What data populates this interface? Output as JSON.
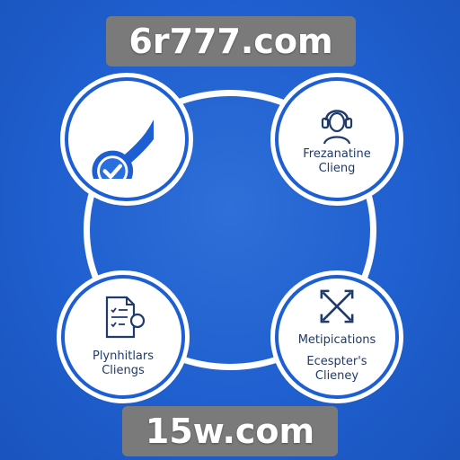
{
  "banner_top": "6r777.com",
  "banner_bottom": "15w.com",
  "nodes": {
    "top_left": {
      "icon": "checkmark-pin-icon"
    },
    "top_right": {
      "icon": "headset-person-icon",
      "line1": "Frezanatine",
      "line2": "Clieng"
    },
    "bottom_left": {
      "icon": "document-icon",
      "line1": "Plynhitlars",
      "line2": "Cliengs"
    },
    "bottom_right": {
      "icon": "arrows-expand-icon",
      "line1": "Metipications",
      "line2": "Ecespter's",
      "line3": "Clieney"
    }
  },
  "colors": {
    "background": "#1f5fcf",
    "ring": "#ffffff",
    "node_border": "#1d5fd3",
    "label_text": "#1f3a6b",
    "banner_bg": "#7a7a7a",
    "accent": "#2a6fe0"
  }
}
